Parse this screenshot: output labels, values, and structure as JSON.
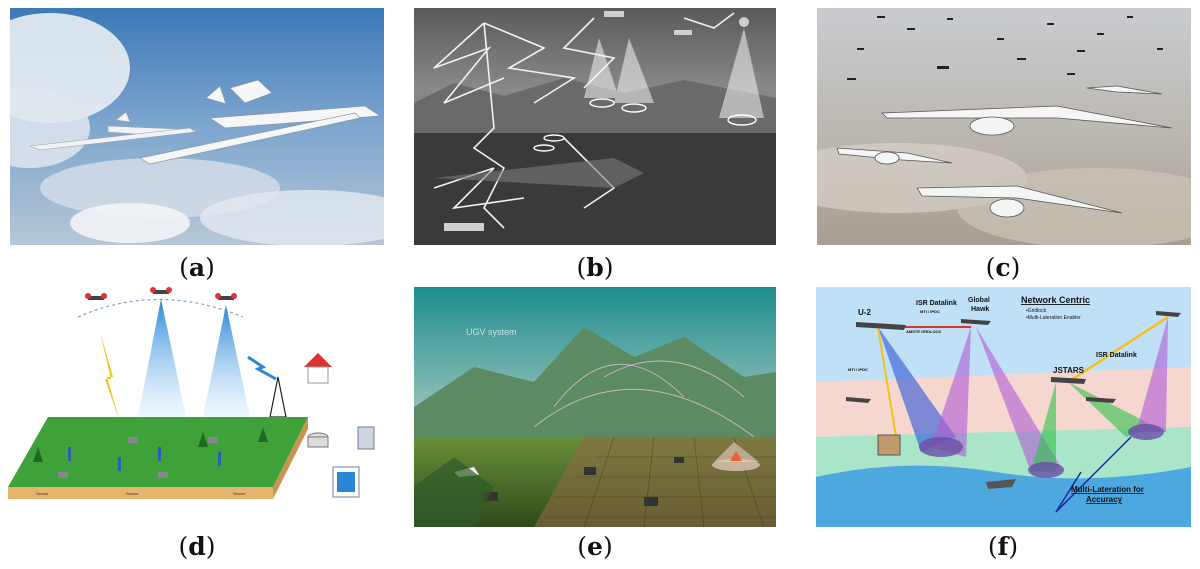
{
  "panels": [
    {
      "id": "a",
      "caption_open": "(",
      "caption_letter": "a",
      "caption_close": ")"
    },
    {
      "id": "b",
      "caption_open": "(",
      "caption_letter": "b",
      "caption_close": ")"
    },
    {
      "id": "c",
      "caption_open": "(",
      "caption_letter": "c",
      "caption_close": ")"
    },
    {
      "id": "d",
      "caption_open": "(",
      "caption_letter": "d",
      "caption_close": ")",
      "labels": {
        "sensor1": "Sensor",
        "sensor2": "Sensor",
        "sensor3": "Sensor"
      }
    },
    {
      "id": "e",
      "caption_open": "(",
      "caption_letter": "e",
      "caption_close": ")",
      "labels": {
        "title": "UGV system"
      }
    },
    {
      "id": "f",
      "caption_open": "(",
      "caption_letter": "f",
      "caption_close": ")",
      "labels": {
        "u2": "U-2",
        "isr_datalink_top": "ISR Datalink",
        "mti_ipdc_top": "MTI / IPDC",
        "global_hawk_1": "Global",
        "global_hawk_2": "Hawk",
        "amste_grdlock": "AMSTE GRDLOCK",
        "network_centric": "Network Centric",
        "nc_bullet1": "•Gridlock",
        "nc_bullet2": "•Multi-Lateration Enabler",
        "isr_datalink_right": "ISR Datalink",
        "jstars": "JSTARS",
        "mti_ipdc_left": "MTI / IPDC",
        "multilat_1": "Multi-Lateration for",
        "multilat_2": "Accuracy"
      }
    }
  ]
}
